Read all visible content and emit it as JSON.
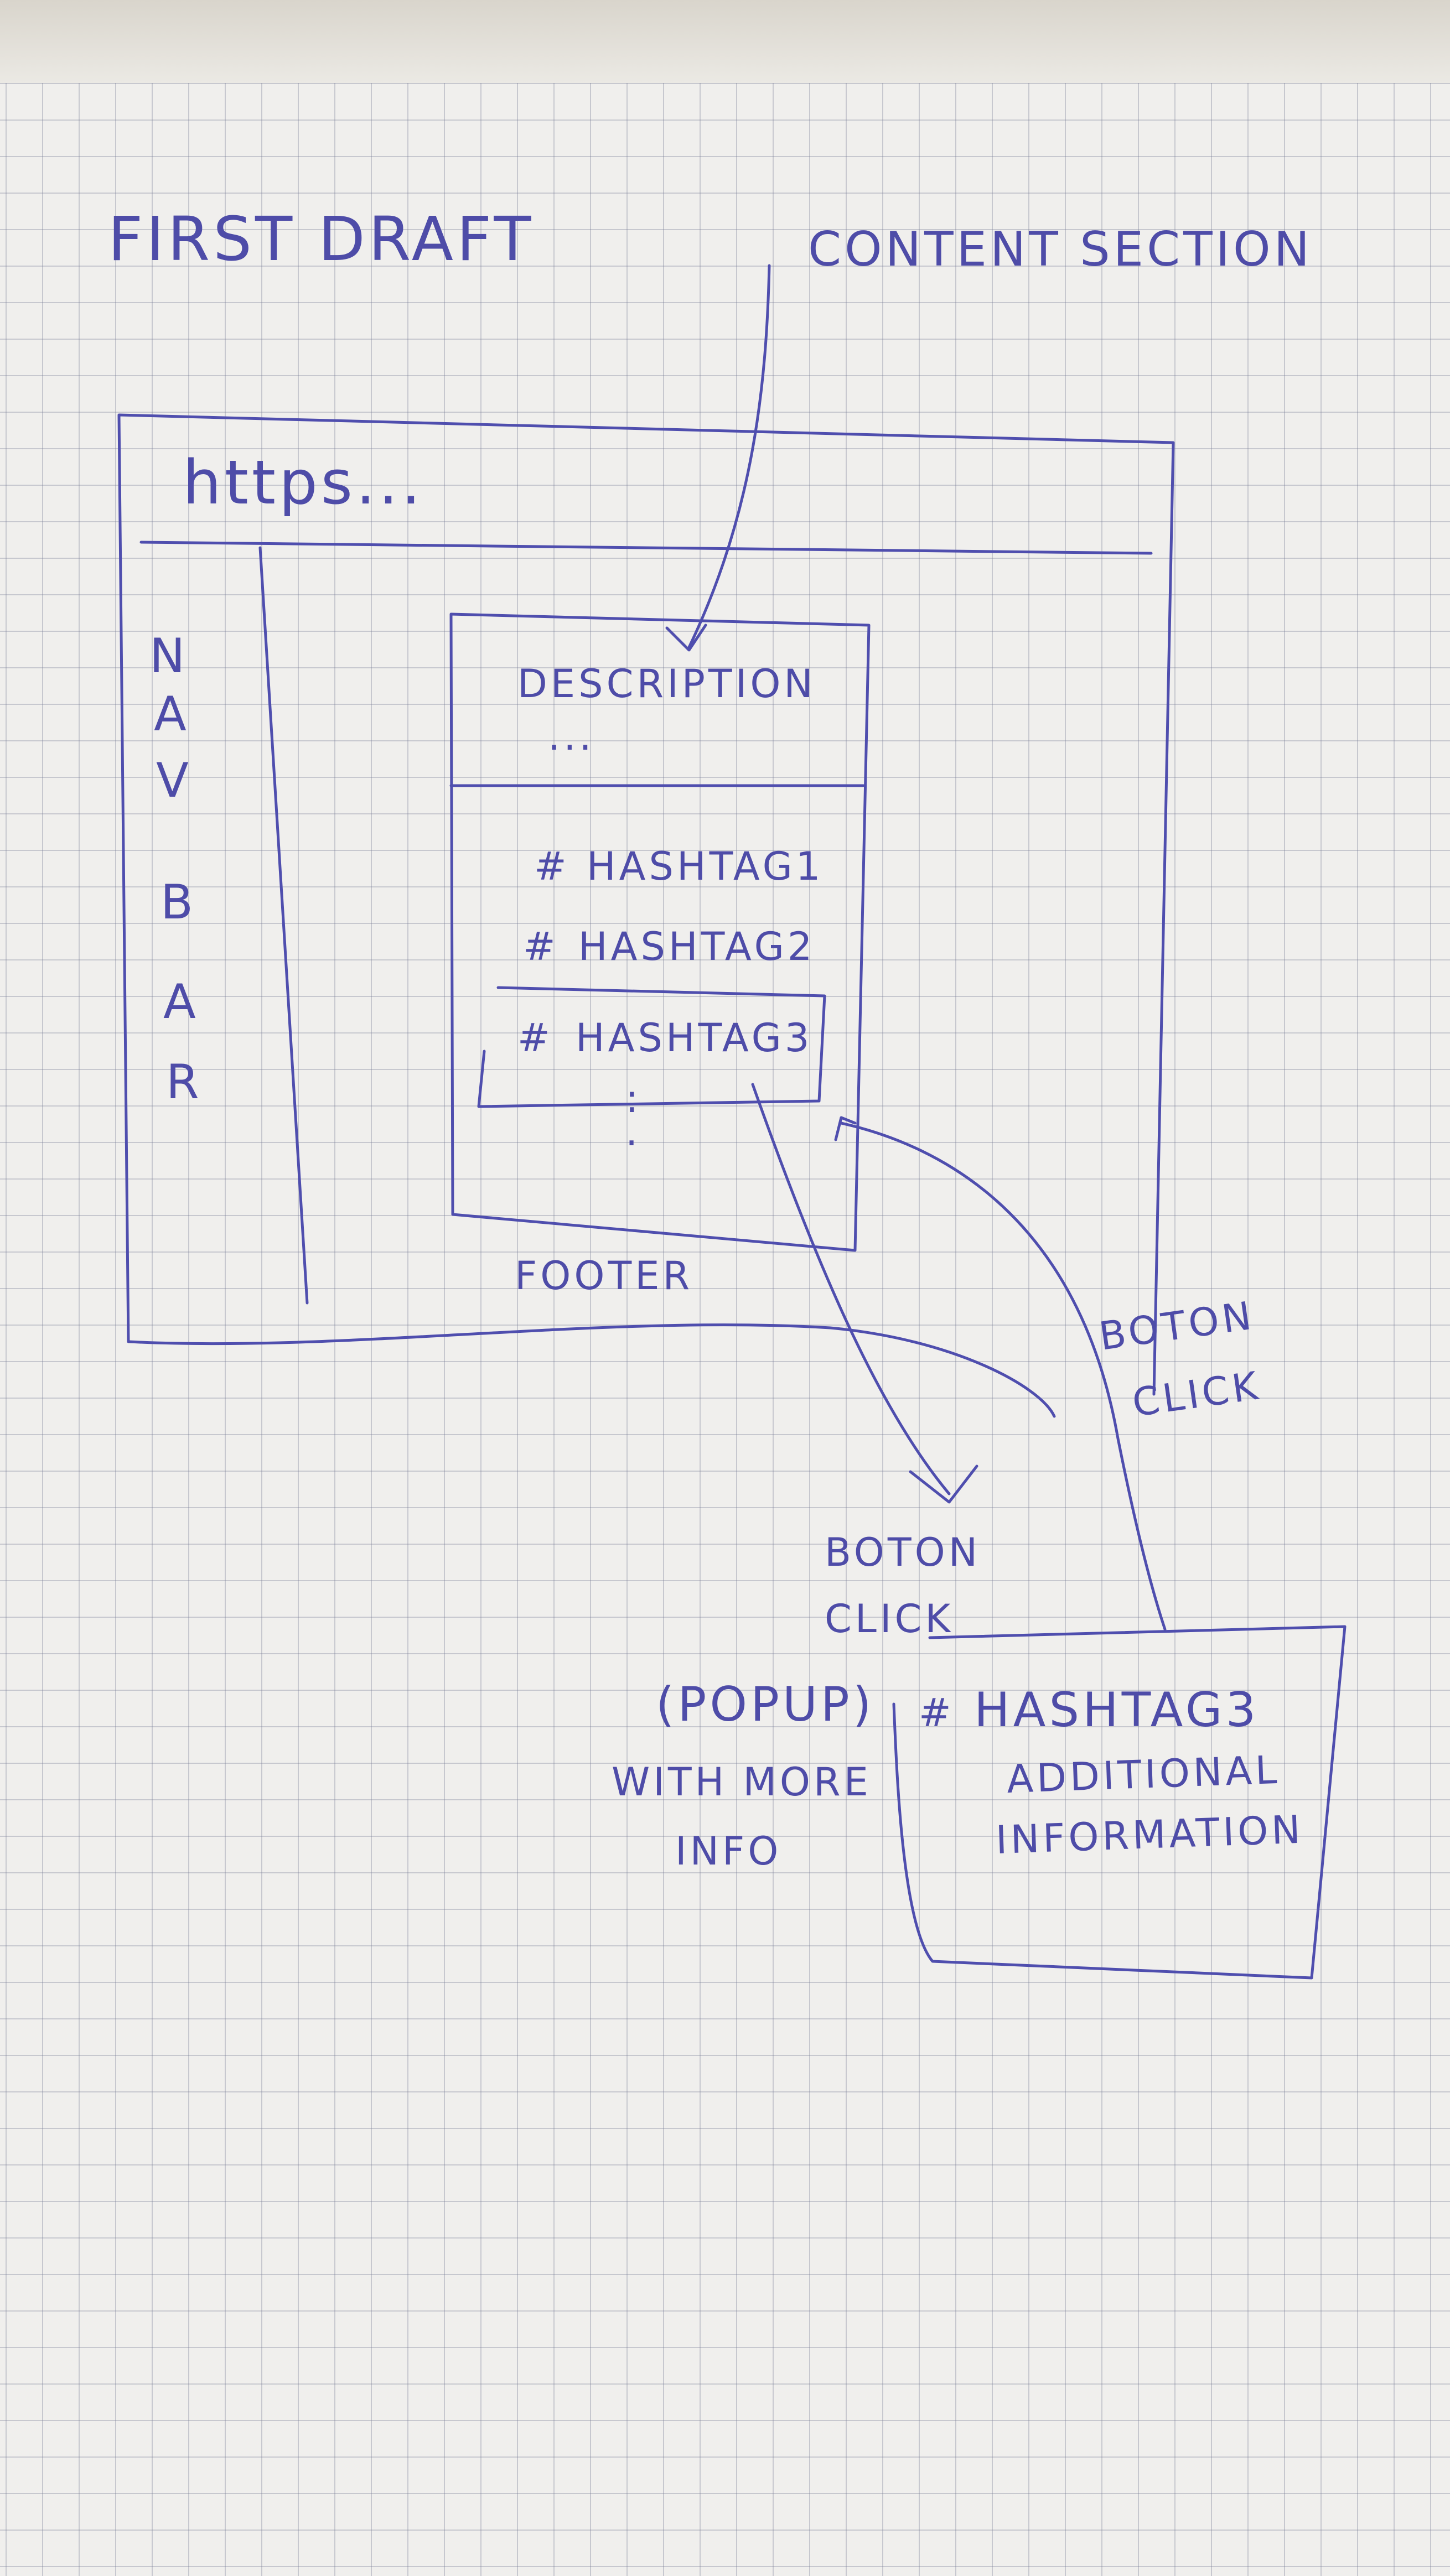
{
  "header": {
    "title": "FIRST DRAFT",
    "content_section_label": "CONTENT SECTION"
  },
  "browser": {
    "url": "https...",
    "nav_letters": [
      "N",
      "A",
      "V",
      "B",
      "A",
      "R"
    ]
  },
  "content": {
    "description": "DESCRIPTION",
    "description_ellipsis": "...",
    "hashtags": [
      {
        "label": "HASHTAG1"
      },
      {
        "label": "HASHTAG2"
      },
      {
        "label": "HASHTAG3"
      }
    ],
    "more_dots": ":"
  },
  "footer": {
    "label": "FOOTER"
  },
  "annotations": {
    "button_click_right_1": "BOTON",
    "button_click_right_2": "CLICK",
    "button_click_left_1": "BOTON",
    "button_click_left_2": "CLICK",
    "popup_note_1": "(POPUP)",
    "popup_note_2": "WITH MORE",
    "popup_note_3": "INFO"
  },
  "popup": {
    "title": "HASHTAG3",
    "body_line1": "ADDITIONAL",
    "body_line2": "INFORMATION"
  },
  "colors": {
    "ink": "#4f4eae",
    "paper": "#f0efed",
    "grid": "#787d96"
  }
}
